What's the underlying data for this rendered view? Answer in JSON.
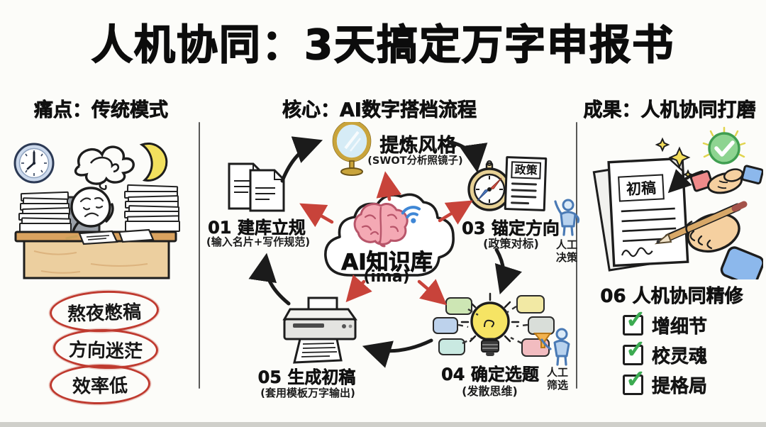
{
  "title": "人机协同：3天搞定万字申报书",
  "icons": {
    "check": "✓"
  },
  "left": {
    "header": "痛点：传统模式",
    "pain_points": [
      {
        "label": "熬夜憋稿"
      },
      {
        "label": "方向迷茫"
      },
      {
        "label": "效率低"
      }
    ]
  },
  "middle": {
    "header": "核心：AI数字搭档流程",
    "hub": {
      "name": "AI知识库",
      "tag": "(ima)"
    },
    "steps": [
      {
        "label": "01 建库立规",
        "note": "(输入名片+写作规范)"
      },
      {
        "label": "提炼风格",
        "note": "(SWOT分析照镜子)"
      },
      {
        "label": "03 锚定方向",
        "note": "(政策对标)"
      },
      {
        "label": "04 确定选题",
        "note": "(发散思维)"
      },
      {
        "label": "05 生成初稿",
        "note": "(套用模板万字输出)"
      }
    ],
    "policy_label": "政策",
    "human_decide": "人工决策",
    "human_filter": "人工筛选"
  },
  "right": {
    "header": "成果：人机协同打磨",
    "draft_label": "初稿",
    "step_label": "06 人机协同精修",
    "checklist": [
      {
        "label": "增细节"
      },
      {
        "label": "校灵魂"
      },
      {
        "label": "提格局"
      }
    ]
  },
  "colors": {
    "accent_red": "#c8433a",
    "ink": "#1b1b1b",
    "green_check": "#3cab52",
    "person_blue": "#4a7ab5",
    "bulb_yellow": "#f6e464"
  }
}
